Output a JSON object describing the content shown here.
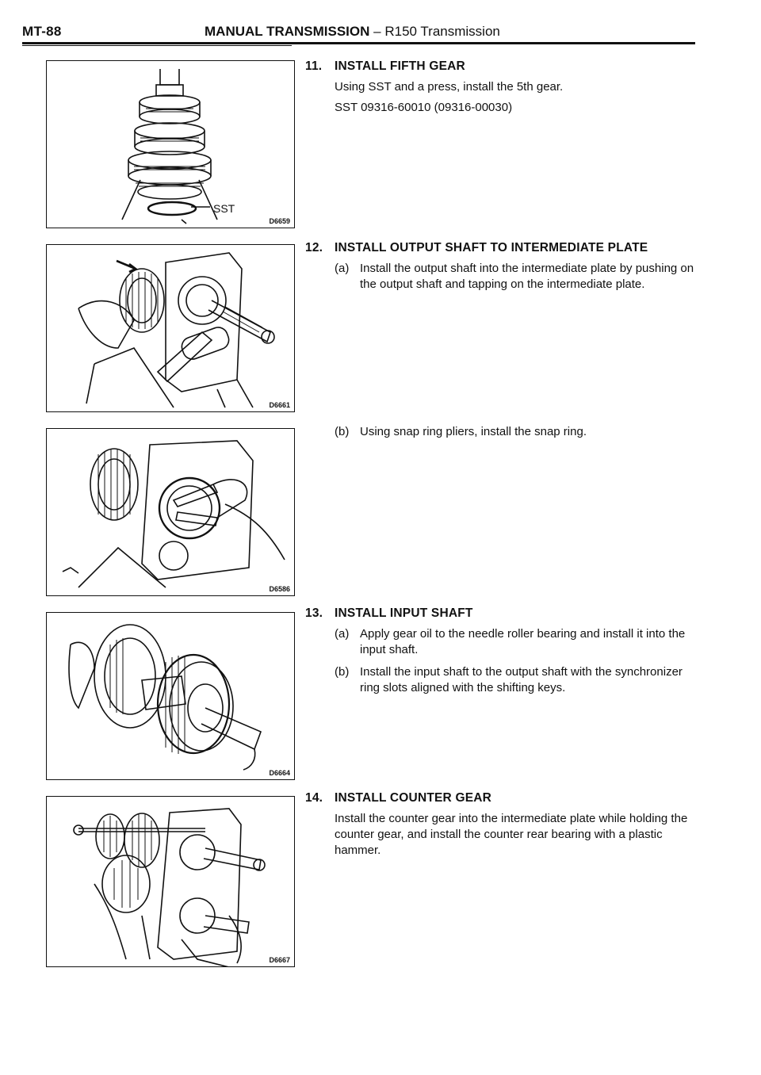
{
  "header": {
    "page_code": "MT-88",
    "section": "MANUAL TRANSMISSION",
    "dash": "–",
    "subsection": "R150 Transmission"
  },
  "figures": [
    {
      "code": "D6659",
      "label": "SST"
    },
    {
      "code": "D6661"
    },
    {
      "code": "D6586"
    },
    {
      "code": "D6664"
    },
    {
      "code": "D6667"
    }
  ],
  "steps": [
    {
      "number": "11.",
      "title": "INSTALL FIFTH GEAR",
      "paragraphs": [
        "Using SST and a press, install the 5th gear.",
        "SST 09316-60010 (09316-00030)"
      ]
    },
    {
      "number": "12.",
      "title": "INSTALL OUTPUT SHAFT TO INTERMEDIATE PLATE",
      "subs": [
        {
          "label": "(a)",
          "text": "Install the output shaft into the intermediate plate by pushing on the output shaft and tapping on the intermediate plate."
        },
        {
          "label": "(b)",
          "text": "Using snap ring pliers, install the snap ring."
        }
      ]
    },
    {
      "number": "13.",
      "title": "INSTALL INPUT SHAFT",
      "subs": [
        {
          "label": "(a)",
          "text": "Apply gear oil to the needle roller bearing and install it into the input shaft."
        },
        {
          "label": "(b)",
          "text": "Install the input shaft to the output shaft with the synchronizer ring slots aligned with the shifting keys."
        }
      ]
    },
    {
      "number": "14.",
      "title": "INSTALL COUNTER GEAR",
      "paragraphs": [
        "Install the counter gear into the intermediate plate while holding the counter gear, and install the counter rear bearing with a plastic hammer."
      ]
    }
  ]
}
